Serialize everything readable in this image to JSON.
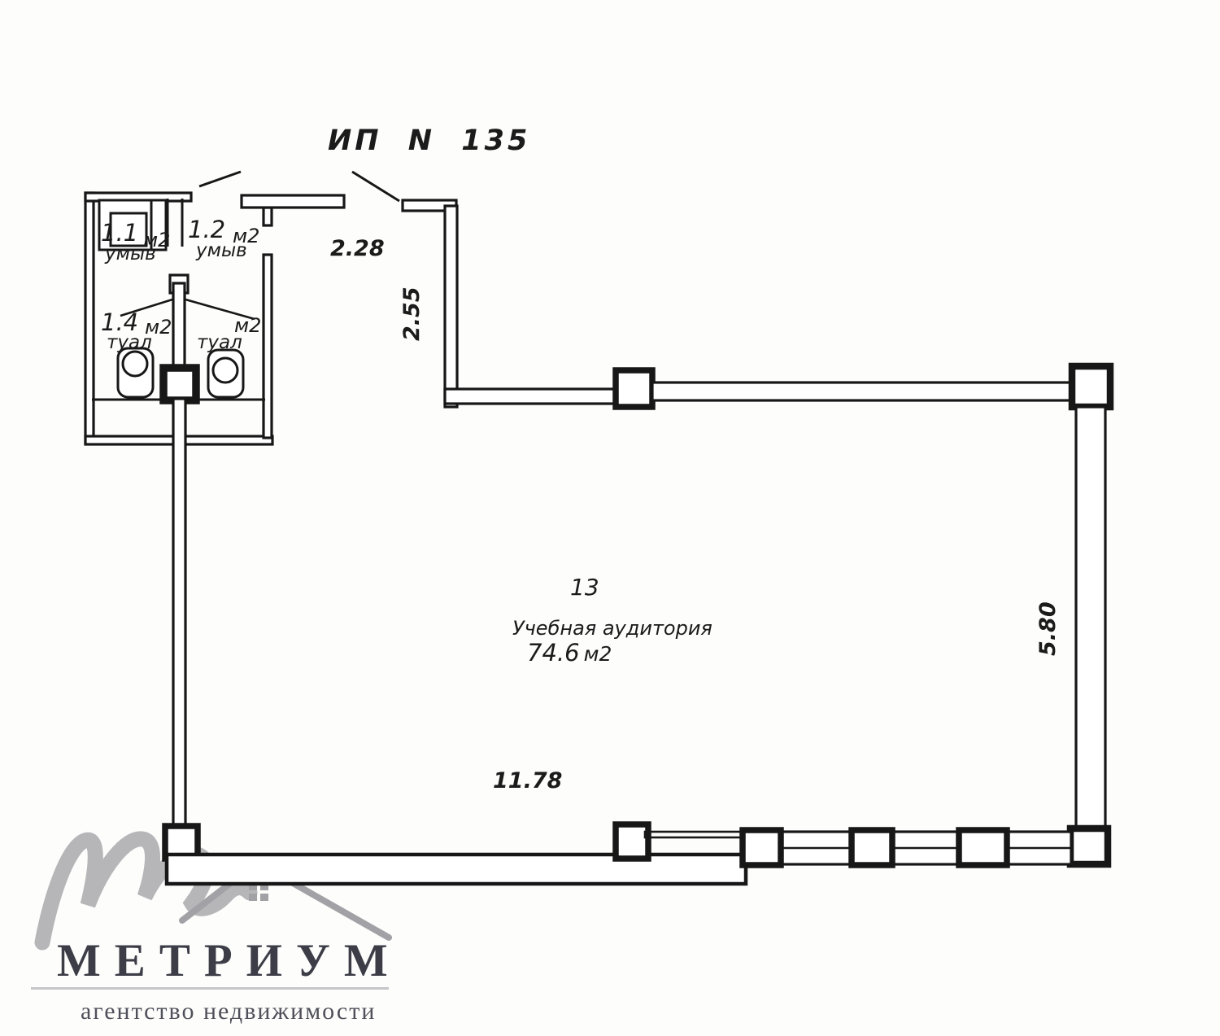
{
  "title": "ИП N 135",
  "rooms": {
    "washroom_left": {
      "number": "1.1",
      "unit": "м2",
      "label": "умыв"
    },
    "washroom_right": {
      "number": "1.2",
      "unit": "м2",
      "label": "умыв"
    },
    "toilet_left": {
      "number": "1.4",
      "unit": "м2",
      "label": "туал"
    },
    "toilet_right": {
      "unit": "м2",
      "label": "туал"
    },
    "main": {
      "number": "13",
      "name": "Учебная аудитория",
      "area": "74.6",
      "unit": "м2"
    }
  },
  "dimensions": {
    "entry_opening_width": "2.28",
    "entry_wall_depth": "2.55",
    "main_room_width": "11.78",
    "main_room_depth": "5.80"
  },
  "watermark": {
    "brand": "МЕТРИУМ",
    "tagline": "агентство недвижимости"
  },
  "colors": {
    "line": "#171717",
    "watermark_gray": "#b6b6b9",
    "roof_gray": "#a2a2a6",
    "brand_text": "#3d3d48",
    "tagline_text": "#50505a",
    "background": "#fdfdfc"
  }
}
